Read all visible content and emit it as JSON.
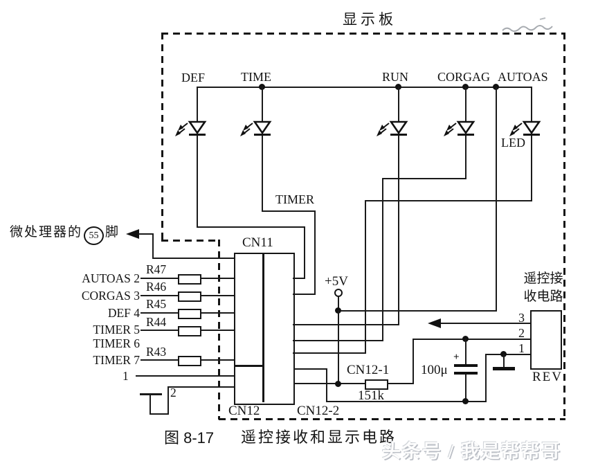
{
  "board_title": "显示板",
  "led_section": {
    "labels": [
      "DEF",
      "TIME",
      "RUN",
      "CORGAG",
      "AUTOAS"
    ],
    "led_text": "LED",
    "timer_label": "TIMER"
  },
  "mcu": {
    "prefix": "微处理器的",
    "pin": "55",
    "suffix": "脚"
  },
  "rows": [
    {
      "label": "AUTOAS 2",
      "resistor": "R47"
    },
    {
      "label": "CORGAS 3",
      "resistor": "R46"
    },
    {
      "label": "DEF 4",
      "resistor": "R45"
    },
    {
      "label": "TIMER 5",
      "resistor": "R44"
    },
    {
      "label": "TIMER 6",
      "resistor": ""
    },
    {
      "label": "TIMER 7",
      "resistor": "R43"
    }
  ],
  "pins_left": [
    "1",
    "2"
  ],
  "connectors": {
    "cn11": "CN11",
    "cn12": "CN12",
    "cn12_1": "CN12-1",
    "cn12_2": "CN12-2"
  },
  "power": {
    "supply": "+5V",
    "cap_value": "100μ",
    "cap_plus": "+",
    "resistor_value": "151k"
  },
  "receiver": {
    "title_line1": "遥控接",
    "title_line2": "收电路",
    "chip": "REV",
    "pins": [
      "3",
      "2",
      "1"
    ]
  },
  "caption": {
    "figure": "图 8-17",
    "title": "遥控接收和显示电路"
  },
  "watermark": "头条号 / 我是帮帮哥",
  "colors": {
    "line": "#1a1a1a",
    "background": "#ffffff",
    "watermark": "#b9bdc4"
  }
}
